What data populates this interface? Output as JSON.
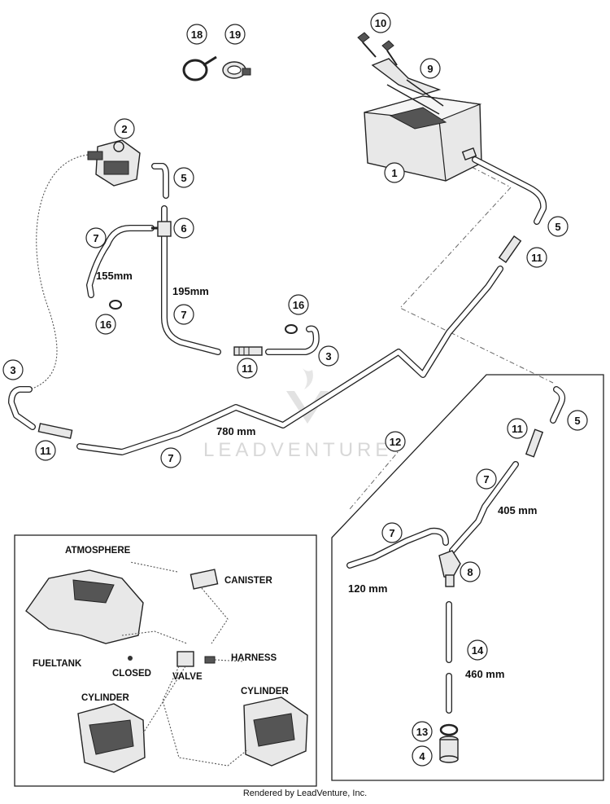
{
  "callouts": {
    "c1": "1",
    "c2": "2",
    "c3a": "3",
    "c3b": "3",
    "c4": "4",
    "c5a": "5",
    "c5b": "5",
    "c5c": "5",
    "c6": "6",
    "c7a": "7",
    "c7b": "7",
    "c7c": "7",
    "c7d": "7",
    "c7e": "7",
    "c8": "8",
    "c9": "9",
    "c10": "10",
    "c11a": "11",
    "c11b": "11",
    "c11c": "11",
    "c11d": "11",
    "c12": "12",
    "c13": "13",
    "c14": "14",
    "c16a": "16",
    "c16b": "16",
    "c18": "18",
    "c19": "19"
  },
  "dimensions": {
    "d155": "155mm",
    "d195": "195mm",
    "d780": "780 mm",
    "d405": "405 mm",
    "d120": "120 mm",
    "d460": "460 mm"
  },
  "inset": {
    "atmosphere": "ATMOSPHERE",
    "canister": "CANISTER",
    "fueltank": "FUELTANK",
    "closed": "CLOSED",
    "valve": "VALVE",
    "harness": "HARNESS",
    "cylinder_left": "CYLINDER",
    "cylinder_right": "CYLINDER"
  },
  "watermark": "LEADVENTURE",
  "footer": "Rendered by LeadVenture, Inc."
}
